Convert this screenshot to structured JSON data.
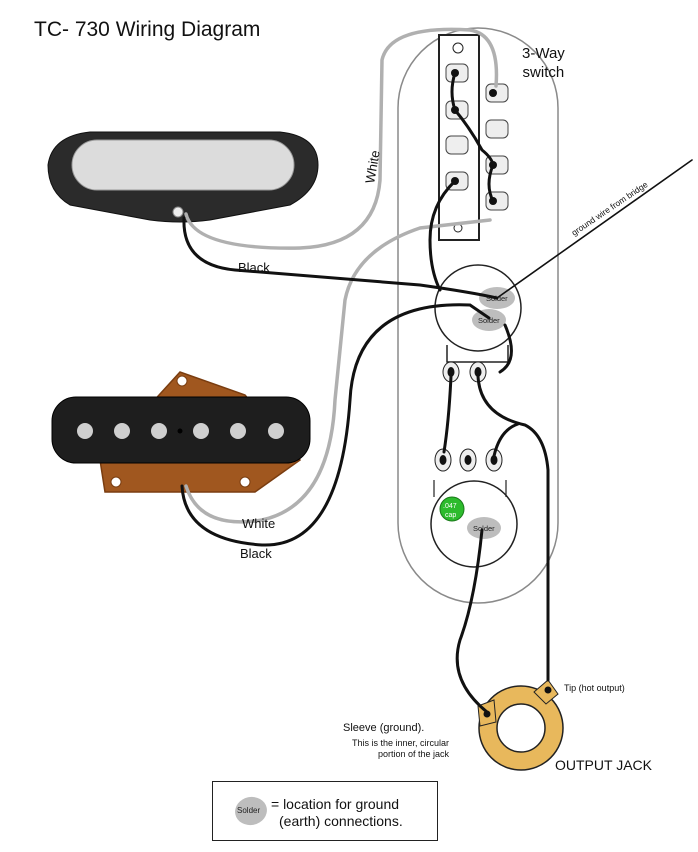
{
  "title": "TC- 730 Wiring Diagram",
  "switch_label_line1": "3-Way",
  "switch_label_line2": "switch",
  "wire_labels": {
    "white_top": "White",
    "black_top": "Black",
    "white_bottom": "White",
    "black_bottom": "Black",
    "ground_wire": "ground wire from bridge"
  },
  "pot_labels": {
    "volume_solder": "Solder",
    "volume_solder_2": "Solder",
    "tone_solder": "Solder",
    "cap_line1": ".047",
    "cap_line2": "cap"
  },
  "jack_labels": {
    "tip": "Tip (hot output)",
    "sleeve": "Sleeve (ground).",
    "sleeve_note_line1": "This is the inner, circular",
    "sleeve_note_line2": "portion of the jack",
    "output_jack": "OUTPUT JACK"
  },
  "legend": {
    "blob_label": "Solder",
    "text_line1": "= location for ground",
    "text_line2": "(earth) connections."
  },
  "colors": {
    "wire_black": "#111111",
    "wire_white": "#b0b0b0",
    "pickup_body": "#2b2b2b",
    "solder_gray": "#bdbdbd",
    "capacitor_green": "#2dbb2d",
    "jack_ring": "#e8b85c"
  }
}
